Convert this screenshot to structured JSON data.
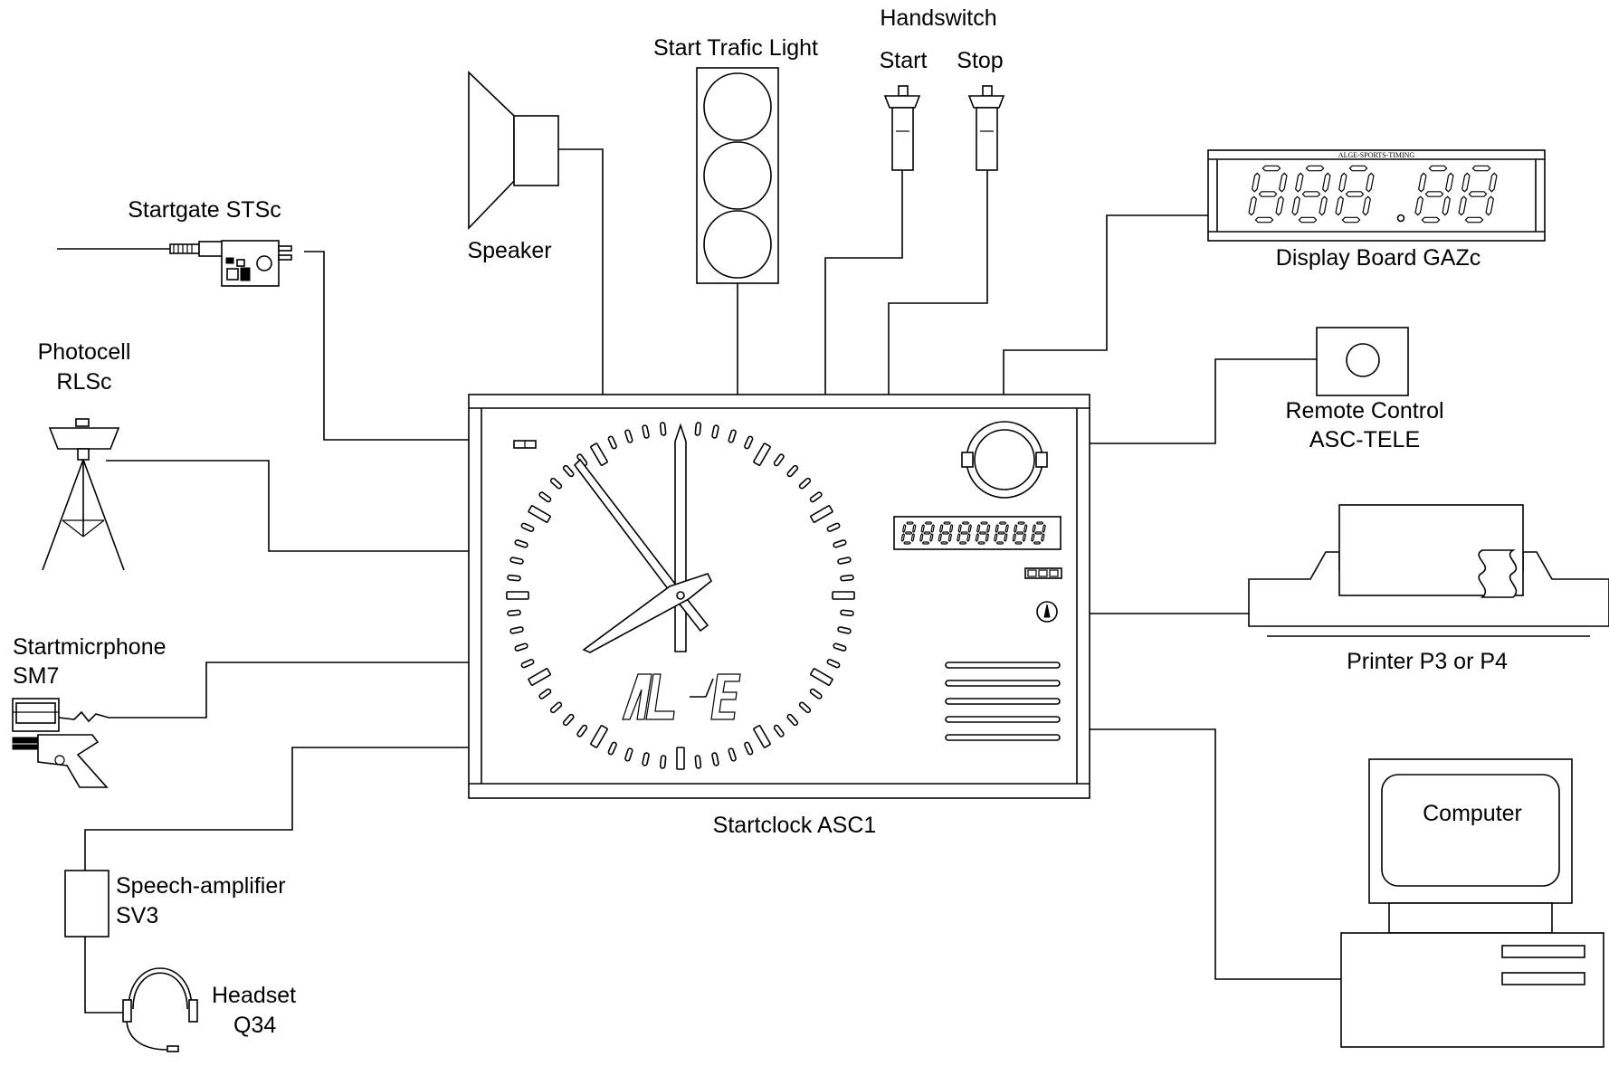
{
  "labels": {
    "handswitch": "Handswitch",
    "handswitch_start": "Start",
    "handswitch_stop": "Stop",
    "traffic_light": "Start Trafic Light",
    "speaker": "Speaker",
    "startgate": "Startgate STSc",
    "photocell_1": "Photocell",
    "photocell_2": "RLSc",
    "micro_1": "Startmicrphone",
    "micro_2": "SM7",
    "amplifier_1": "Speech-amplifier",
    "amplifier_2": "SV3",
    "headset_1": "Headset",
    "headset_2": "Q34",
    "startclock": "Startclock ASC1",
    "display_board": "Display Board GAZc",
    "display_brand": "ALGE-SPORTS-TIMING",
    "display_digits": "888.88",
    "remote_1": "Remote Control",
    "remote_2": "ASC-TELE",
    "printer": "Printer P3 or P4",
    "computer": "Computer",
    "clock_logo": "ALGE"
  },
  "colors": {
    "line": "#000000",
    "background": "#ffffff"
  }
}
